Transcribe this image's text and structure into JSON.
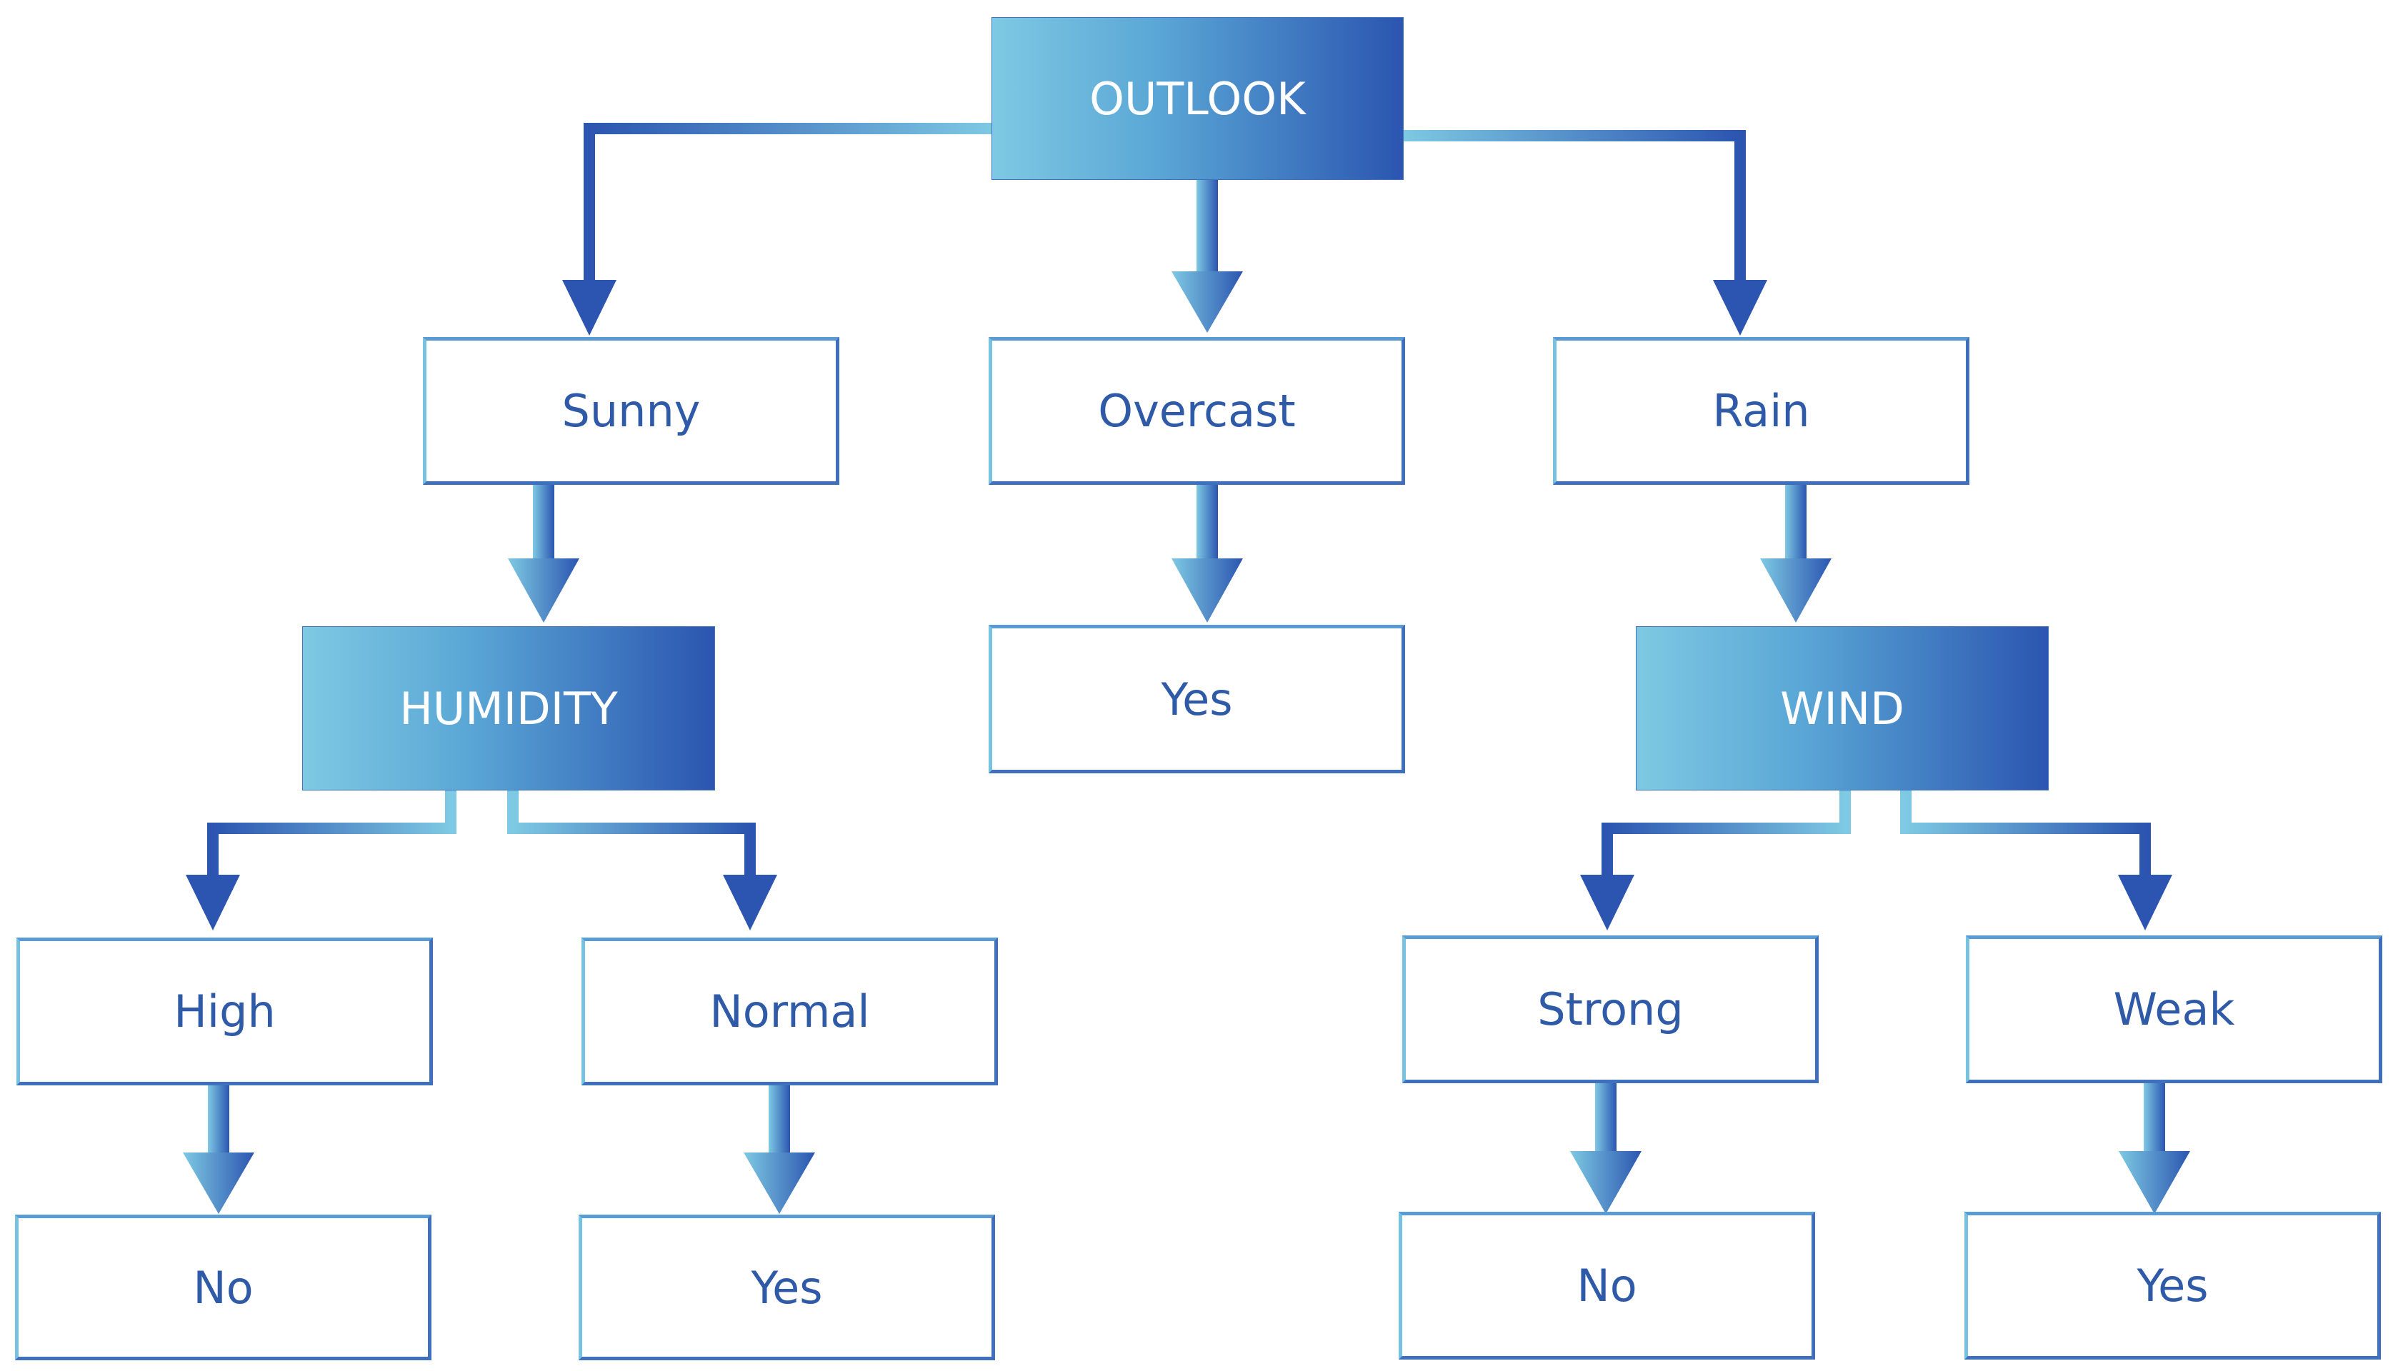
{
  "colors": {
    "light_blue": "#7ec9e3",
    "dark_blue": "#2b55b0",
    "text_blue": "#2e5aa8",
    "border_blue": "#3f6fbd"
  },
  "nodes": {
    "outlook": "OUTLOOK",
    "sunny": "Sunny",
    "overcast": "Overcast",
    "rain": "Rain",
    "humidity": "HUMIDITY",
    "overcast_yes": "Yes",
    "wind": "WIND",
    "high": "High",
    "normal": "Normal",
    "strong": "Strong",
    "weak": "Weak",
    "high_no": "No",
    "normal_yes": "Yes",
    "strong_no": "No",
    "weak_yes": "Yes"
  }
}
